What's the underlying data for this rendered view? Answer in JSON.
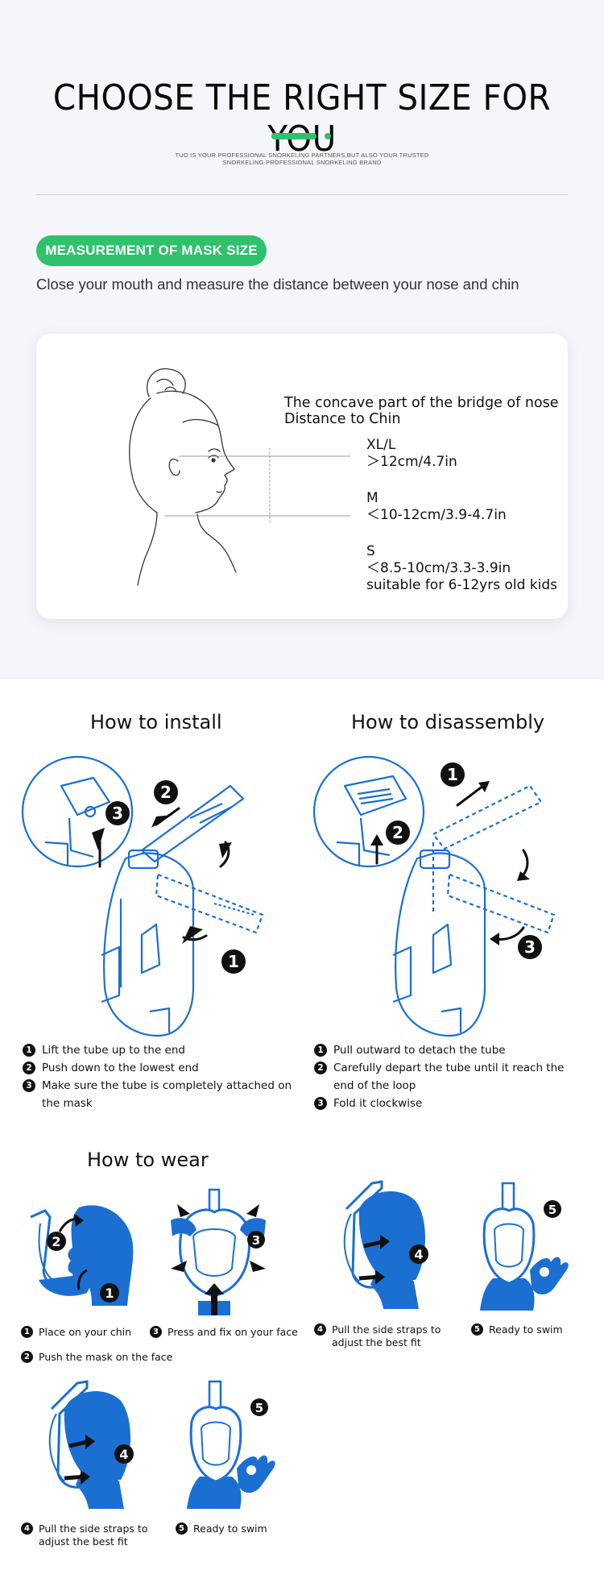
{
  "header": {
    "title": "CHOOSE THE RIGHT SIZE FOR YOU",
    "subtitle_line1": "TUO IS YOUR PROFESSIONAL SNORKELING PARTNERS,BUT ALSO YOUR TRUSTED",
    "subtitle_line2": "SNORKELING PROFESSIONAL SNORKELING BRAND"
  },
  "measurement": {
    "badge": "MEASUREMENT OF MASK SIZE",
    "instruction": "Close your mouth and measure the distance between your nose and chin",
    "card_line1": "The concave part of the bridge of nose",
    "card_line2": "Distance to Chin",
    "sizes": [
      {
        "name": "XL/L",
        "value": "＞12cm/4.7in"
      },
      {
        "name": "M",
        "value": "＜10-12cm/3.9-4.7in"
      },
      {
        "name": "S",
        "value": "＜8.5-10cm/3.3-3.9in",
        "note": "suitable for 6-12yrs old kids"
      }
    ]
  },
  "install": {
    "heading": "How to install",
    "steps": [
      {
        "n": "1",
        "text": "Lift the tube up to the end"
      },
      {
        "n": "2",
        "text": "Push down to the lowest end"
      },
      {
        "n": "3",
        "text": "Make sure the tube is completely attached on the mask"
      }
    ]
  },
  "disassembly": {
    "heading": "How to disassembly",
    "steps": [
      {
        "n": "1",
        "text": "Pull outward to detach the tube"
      },
      {
        "n": "2",
        "text": "Carefully depart the tube until it reach the end of the loop"
      },
      {
        "n": "3",
        "text": "Fold it clockwise"
      }
    ]
  },
  "wear": {
    "heading": "How to wear",
    "captions": [
      {
        "n": "1",
        "text": "Place on your chin"
      },
      {
        "n": "3",
        "text": "Press and fix on your face"
      },
      {
        "n": "4",
        "text": "Pull the side straps to adjust the best fit"
      },
      {
        "n": "5",
        "text": "Ready to swim"
      },
      {
        "n": "2",
        "text": "Push the mask on the face"
      },
      {
        "n": "4",
        "text": "Pull the side straps to adjust the best fit"
      },
      {
        "n": "5",
        "text": "Ready to swim"
      }
    ]
  },
  "colors": {
    "accent": "#2fc16c",
    "illustration_blue": "#1b6fd1"
  }
}
